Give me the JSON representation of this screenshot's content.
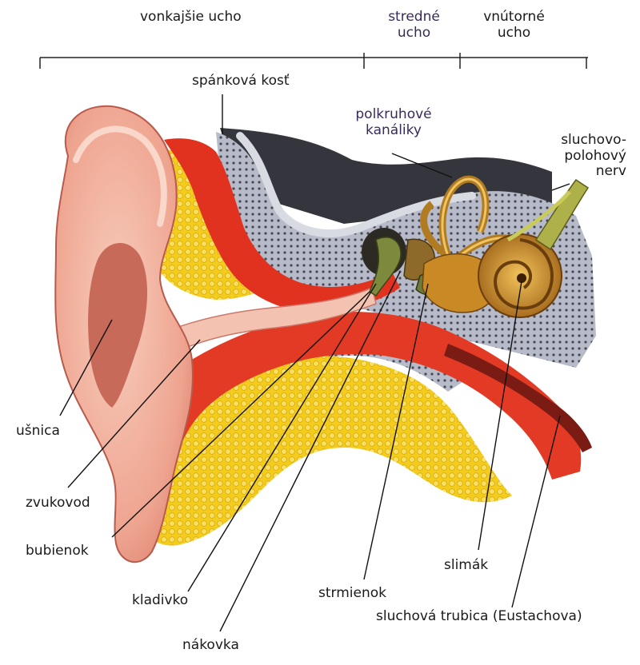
{
  "sections": {
    "outer": "vonkajšie ucho",
    "middle_line1": "stredné",
    "middle_line2": "ucho",
    "inner_line1": "vnútorné",
    "inner_line2": "ucho"
  },
  "labels": {
    "temporal_bone": "spánková kosť",
    "canals_line1": "polkruhové",
    "canals_line2": "kanáliky",
    "nerve_line1": "sluchovo-",
    "nerve_line2": "polohový",
    "nerve_line3": "nerv",
    "auricle": "ušnica",
    "ear_canal": "zvukovod",
    "eardrum": "bubienok",
    "malleus": "kladivko",
    "incus": "nákovka",
    "stapes": "strmienok",
    "cochlea": "slimák",
    "eustachian": "sluchová trubica (Eustachova)"
  },
  "colors": {
    "skin": "#f2b7a4",
    "skin_shadow": "#c86a5a",
    "muscle": "#e0321e",
    "fat": "#f3cc1c",
    "bone": "#b9bcc8",
    "bone_dark": "#3c3c44",
    "ossicle": "#6a7a3a",
    "cochlea": "#d69a2c"
  }
}
